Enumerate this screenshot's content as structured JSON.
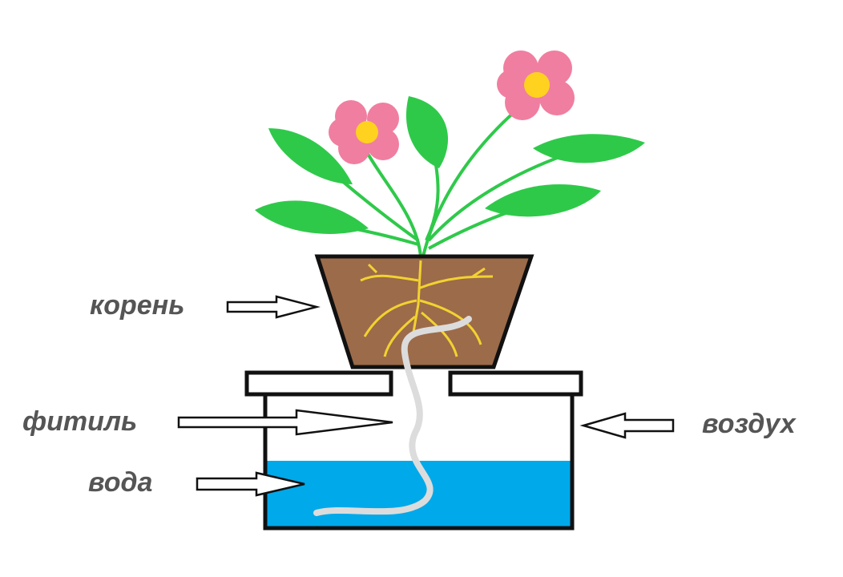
{
  "labels": {
    "root": "корень",
    "wick": "фитиль",
    "water": "вода",
    "air": "воздух"
  },
  "colors": {
    "leaf": "#2fc94a",
    "petal": "#f07ea0",
    "flower_center": "#ffd21f",
    "soil": "#9c6b4a",
    "root": "#f2d230",
    "water": "#00a9ea",
    "wick": "#dcdcdc",
    "label": "#555555"
  }
}
